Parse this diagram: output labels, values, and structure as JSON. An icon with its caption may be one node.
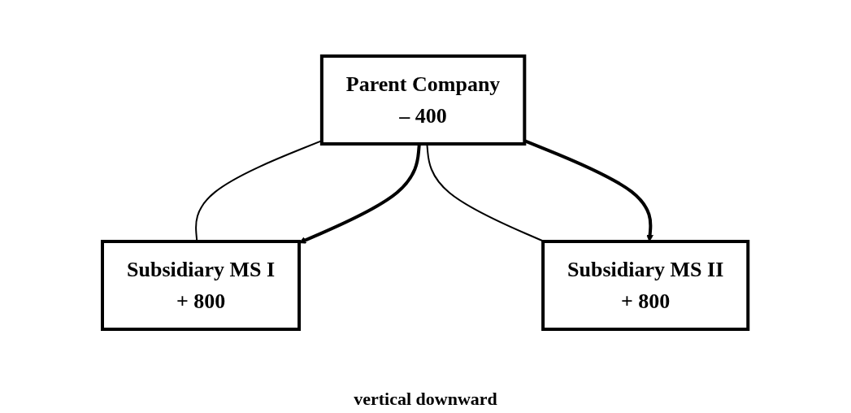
{
  "diagram": {
    "nodes": [
      {
        "text": [
          "Parent Company",
          "– 400"
        ]
      },
      {
        "text": [
          "Subsidiary MS I",
          "+ 800"
        ]
      },
      {
        "text": [
          "Subsidiary MS II",
          "+ 800"
        ]
      }
    ],
    "edges": [
      {
        "from": 0,
        "to": 1,
        "arrow": "none"
      },
      {
        "from": 0,
        "to": 2,
        "arrow": "none"
      },
      {
        "from": 0,
        "to": 1,
        "arrow": "to",
        "style": "thick"
      },
      {
        "from": 0,
        "to": 2,
        "arrow": "to",
        "style": "thick"
      }
    ],
    "labels": [
      "vertical downward"
    ]
  }
}
